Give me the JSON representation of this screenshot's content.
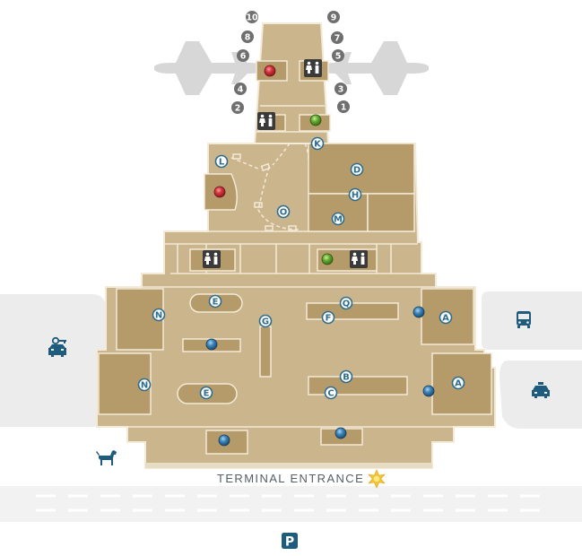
{
  "map": {
    "entrance_label": "TERMINAL ENTRANCE",
    "colors": {
      "floor": "#cbb58c",
      "floor_light": "#d5c29b",
      "room": "#b59a6a",
      "outline": "#f3ead8",
      "lane": "#ececec",
      "label_ring": "#2f6d8d",
      "gate_badge": "#6f6f6f",
      "icon_blue": "#1f5b7d",
      "restaurant": "#c7303a",
      "shop": "#5da030",
      "info": "#3a7fb4"
    },
    "gates": [
      "1",
      "2",
      "3",
      "4",
      "5",
      "6",
      "7",
      "8",
      "9",
      "10"
    ],
    "area_labels": {
      "A": "A",
      "B": "B",
      "C": "C",
      "D": "D",
      "E": "E",
      "F": "F",
      "G": "G",
      "H": "H",
      "K": "K",
      "L": "L",
      "M": "M",
      "N": "N",
      "O": "O",
      "Q": "Q"
    },
    "icons": {
      "airplane": "airplane-icon",
      "restroom": "restroom-icon",
      "restaurant": "restaurant-marker-icon",
      "shop": "shop-marker-icon",
      "info": "info-marker-icon",
      "bus": "bus-icon",
      "taxi": "taxi-icon",
      "rental_car": "rental-car-key-icon",
      "pet_area": "dog-icon",
      "entrance": "starburst-icon",
      "parking": "parking-icon"
    },
    "parking_label": "P"
  }
}
